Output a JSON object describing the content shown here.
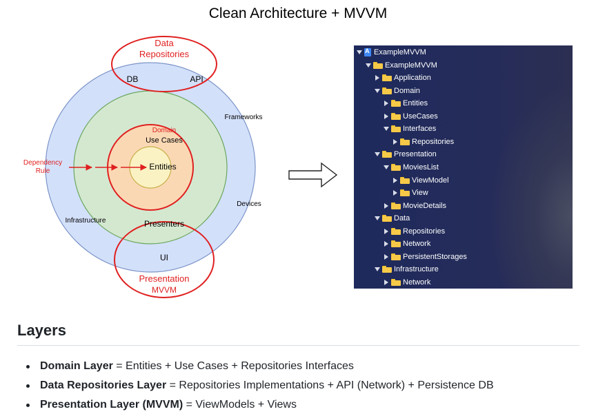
{
  "title": "Clean Architecture + MVVM",
  "diagram": {
    "repo_group": [
      "Data",
      "Repositories"
    ],
    "db": "DB",
    "api": "API",
    "frameworks": "Frameworks",
    "domain": "Domain",
    "use_cases": "Use Cases",
    "entities": "Entities",
    "dependency_rule": [
      "Dependency",
      "Rule"
    ],
    "infrastructure": "Infrastructure",
    "devices": "Devices",
    "presenters": "Presenters",
    "ui": "UI",
    "presentation_group": [
      "Presentation",
      "MVVM"
    ],
    "colors": {
      "outer_ring": "#d3e0fa",
      "frameworks_ring": "#d4e8d0",
      "usecase_ring": "#fad8b4",
      "entities_core": "#fbf2c4",
      "highlight": "#e02020"
    }
  },
  "tree": [
    {
      "label": "ExampleMVVM",
      "depth": 0,
      "expanded": true,
      "icon": "project-icon"
    },
    {
      "label": "ExampleMVVM",
      "depth": 1,
      "expanded": true,
      "icon": "folder-icon"
    },
    {
      "label": "Application",
      "depth": 2,
      "expanded": false,
      "icon": "folder-icon"
    },
    {
      "label": "Domain",
      "depth": 2,
      "expanded": true,
      "icon": "folder-icon"
    },
    {
      "label": "Entities",
      "depth": 3,
      "expanded": false,
      "icon": "folder-icon"
    },
    {
      "label": "UseCases",
      "depth": 3,
      "expanded": false,
      "icon": "folder-icon"
    },
    {
      "label": "Interfaces",
      "depth": 3,
      "expanded": true,
      "icon": "folder-icon"
    },
    {
      "label": "Repositories",
      "depth": 4,
      "expanded": false,
      "icon": "folder-icon"
    },
    {
      "label": "Presentation",
      "depth": 2,
      "expanded": true,
      "icon": "folder-icon"
    },
    {
      "label": "MoviesList",
      "depth": 3,
      "expanded": true,
      "icon": "folder-icon"
    },
    {
      "label": "ViewModel",
      "depth": 4,
      "expanded": false,
      "icon": "folder-icon"
    },
    {
      "label": "View",
      "depth": 4,
      "expanded": false,
      "icon": "folder-icon"
    },
    {
      "label": "MovieDetails",
      "depth": 3,
      "expanded": false,
      "icon": "folder-icon"
    },
    {
      "label": "Data",
      "depth": 2,
      "expanded": true,
      "icon": "folder-icon"
    },
    {
      "label": "Repositories",
      "depth": 3,
      "expanded": false,
      "icon": "folder-icon"
    },
    {
      "label": "Network",
      "depth": 3,
      "expanded": false,
      "icon": "folder-icon"
    },
    {
      "label": "PersistentStorages",
      "depth": 3,
      "expanded": false,
      "icon": "folder-icon"
    },
    {
      "label": "Infrastructure",
      "depth": 2,
      "expanded": true,
      "icon": "folder-icon"
    },
    {
      "label": "Network",
      "depth": 3,
      "expanded": false,
      "icon": "folder-icon"
    }
  ],
  "layers": {
    "heading": "Layers",
    "items": [
      {
        "name": "Domain Layer",
        "desc": " = Entities + Use Cases + Repositories Interfaces"
      },
      {
        "name": "Data Repositories Layer",
        "desc": " = Repositories Implementations + API (Network) + Persistence DB"
      },
      {
        "name": "Presentation Layer (MVVM)",
        "desc": " = ViewModels + Views"
      }
    ]
  }
}
